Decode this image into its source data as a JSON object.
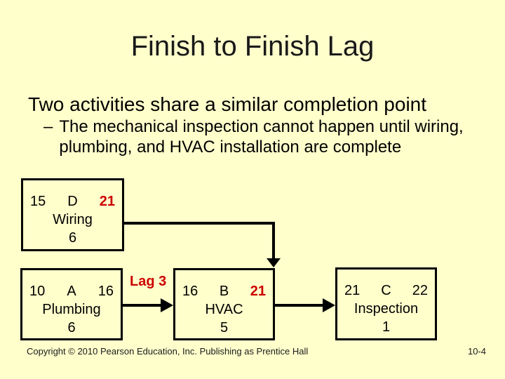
{
  "slide": {
    "title": "Finish to Finish Lag",
    "bullet": "Two activities share a similar completion point",
    "sub_bullet": {
      "dash": "–",
      "text": "The mechanical inspection cannot happen until wiring, plumbing, and HVAC installation are complete"
    },
    "footer": {
      "copyright": "Copyright © 2010 Pearson Education, Inc. Publishing as Prentice Hall",
      "page_number": "10-4"
    }
  },
  "diagram": {
    "type": "activity-network",
    "lag_label": "Lag 3",
    "colors": {
      "slide_background": "#FFFFCC",
      "box_border": "#000000",
      "text": "#000000",
      "highlight_red": "#CC0000"
    },
    "nodes": [
      {
        "id": "wiring",
        "left_value": "15",
        "letter": "D",
        "right_value": "21",
        "right_value_red": true,
        "name": "Wiring",
        "duration": "6"
      },
      {
        "id": "plumbing",
        "left_value": "10",
        "letter": "A",
        "right_value": "16",
        "right_value_red": false,
        "name": "Plumbing",
        "duration": "6"
      },
      {
        "id": "hvac",
        "left_value": "16",
        "letter": "B",
        "right_value": "21",
        "right_value_red": true,
        "name": "HVAC",
        "duration": "5"
      },
      {
        "id": "inspection",
        "left_value": "21",
        "letter": "C",
        "right_value": "22",
        "right_value_red": false,
        "name": "Inspection",
        "duration": "1"
      }
    ],
    "edges": [
      {
        "from": "wiring",
        "to": "hvac",
        "style": "finish-to-finish"
      },
      {
        "from": "plumbing",
        "to": "hvac",
        "label": "Lag 3"
      },
      {
        "from": "hvac",
        "to": "inspection",
        "label": ""
      }
    ]
  }
}
